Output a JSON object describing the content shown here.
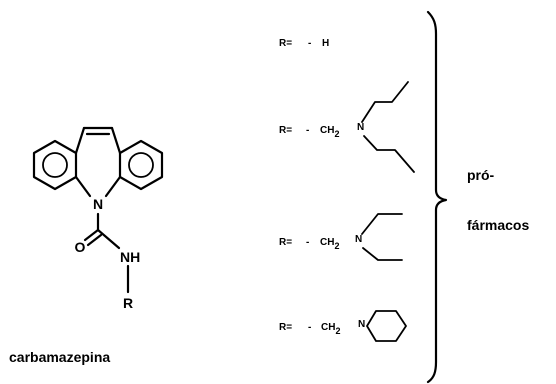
{
  "carbamazepine": {
    "atom_n": "N",
    "atom_o": "O",
    "atom_nh": "NH",
    "atom_r": "R",
    "caption": "carbamazepina"
  },
  "substituents": [
    {
      "r_label": "R=",
      "dash": "-",
      "group": "H"
    },
    {
      "r_label": "R=",
      "dash": "-",
      "group": "CH",
      "sub": "2",
      "n": "N"
    },
    {
      "r_label": "R=",
      "dash": "-",
      "group": "CH",
      "sub": "2",
      "n": "N"
    },
    {
      "r_label": "R=",
      "dash": "-",
      "group": "CH",
      "sub": "2",
      "n": "N"
    }
  ],
  "brace_label": {
    "line1": "pró-",
    "line2": "fármacos"
  }
}
